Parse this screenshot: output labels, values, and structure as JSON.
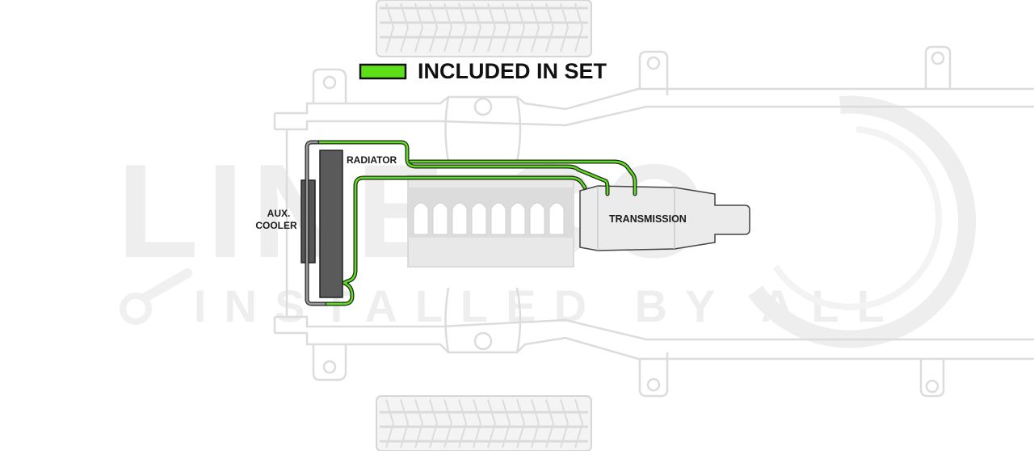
{
  "legend": {
    "label": "INCLUDED IN SET",
    "swatch_color": "#5de01a"
  },
  "watermark": {
    "brand": "LINE CO",
    "tagline": "INSTALLED BY ALL"
  },
  "components": {
    "aux_cooler": {
      "line1": "AUX.",
      "line2": "COOLER"
    },
    "radiator": {
      "label": "RADIATOR"
    },
    "transmission": {
      "label": "TRANSMISSION"
    }
  },
  "colors": {
    "included_line": "#5de01a",
    "not_included_line": "#9a9a9a",
    "frame_outline": "#dcdcdc",
    "radiator_fill": "#5a5a5a",
    "engine_fill": "#e6e6e6",
    "transmission_fill": "#e9e9e9"
  }
}
